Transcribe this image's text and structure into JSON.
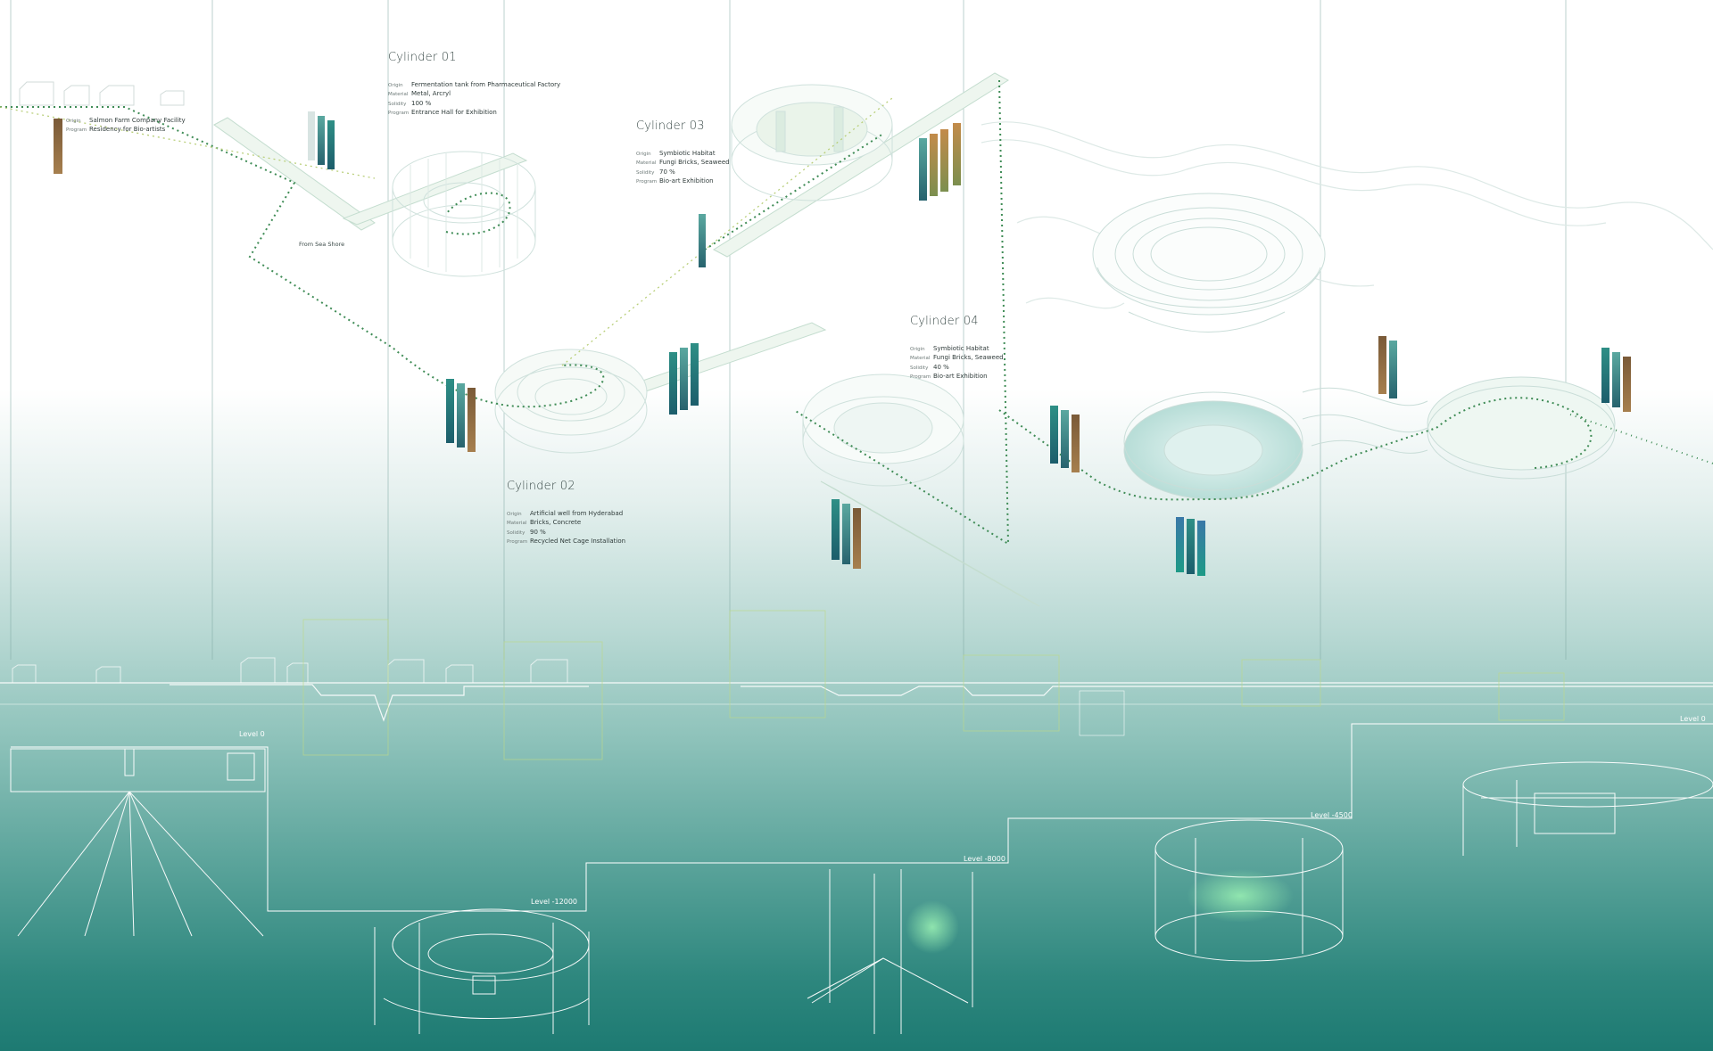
{
  "palette": {
    "line_light": "#d6e9e3",
    "accent_green": "#6aa84f",
    "teal_dark": "#1d7a72",
    "swatch_colors": [
      "#2e7d78",
      "#4e9a8c",
      "#1f5c6a",
      "#8a6a3e",
      "#6b8e5a",
      "#c87a3a",
      "#3b6e9e",
      "#7a4a3a"
    ]
  },
  "facility": {
    "specs": [
      {
        "key": "Origin",
        "value": "Salmon Farm Company Facility"
      },
      {
        "key": "Program",
        "value": "Residency for Bio-artists"
      }
    ]
  },
  "note_sea_shore": "From Sea Shore",
  "cylinders": [
    {
      "title": "Cylinder 01",
      "specs": [
        {
          "key": "Origin",
          "value": "Fermentation tank from Pharmaceutical Factory"
        },
        {
          "key": "Material",
          "value": "Metal, Arcryl"
        },
        {
          "key": "Solidity",
          "value": "100 %"
        },
        {
          "key": "Program",
          "value": "Entrance Hall for Exhibition"
        }
      ]
    },
    {
      "title": "Cylinder 02",
      "specs": [
        {
          "key": "Origin",
          "value": "Artificial well from Hyderabad"
        },
        {
          "key": "Material",
          "value": "Bricks, Concrete"
        },
        {
          "key": "Solidity",
          "value": "90 %"
        },
        {
          "key": "Program",
          "value": "Recycled Net Cage Installation"
        }
      ]
    },
    {
      "title": "Cylinder 03",
      "specs": [
        {
          "key": "Origin",
          "value": "Symbiotic Habitat"
        },
        {
          "key": "Material",
          "value": "Fungi Bricks, Seaweed"
        },
        {
          "key": "Solidity",
          "value": "70 %"
        },
        {
          "key": "Program",
          "value": "Bio-art Exhibition"
        }
      ]
    },
    {
      "title": "Cylinder 04",
      "specs": [
        {
          "key": "Origin",
          "value": "Symbiotic Habitat"
        },
        {
          "key": "Material",
          "value": "Fungi Bricks, Seaweed"
        },
        {
          "key": "Solidity",
          "value": "40 %"
        },
        {
          "key": "Program",
          "value": "Bio-art Exhibition"
        }
      ]
    }
  ],
  "levels": [
    "Level 0",
    "Level -12000",
    "Level -8000",
    "Level -4500",
    "Level 0"
  ]
}
